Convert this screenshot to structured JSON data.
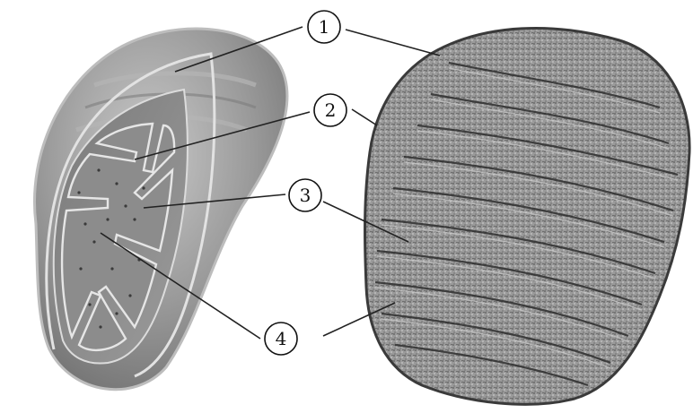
{
  "figure": {
    "callouts": [
      {
        "id": "1",
        "label": "1"
      },
      {
        "id": "2",
        "label": "2"
      },
      {
        "id": "3",
        "label": "3"
      },
      {
        "id": "4",
        "label": "4"
      }
    ],
    "colors": {
      "schematic_fill": "#8f8f8f",
      "schematic_highlight": "#d9d9d9",
      "micrograph_fill": "#8a8a8a",
      "line": "#222222"
    }
  }
}
